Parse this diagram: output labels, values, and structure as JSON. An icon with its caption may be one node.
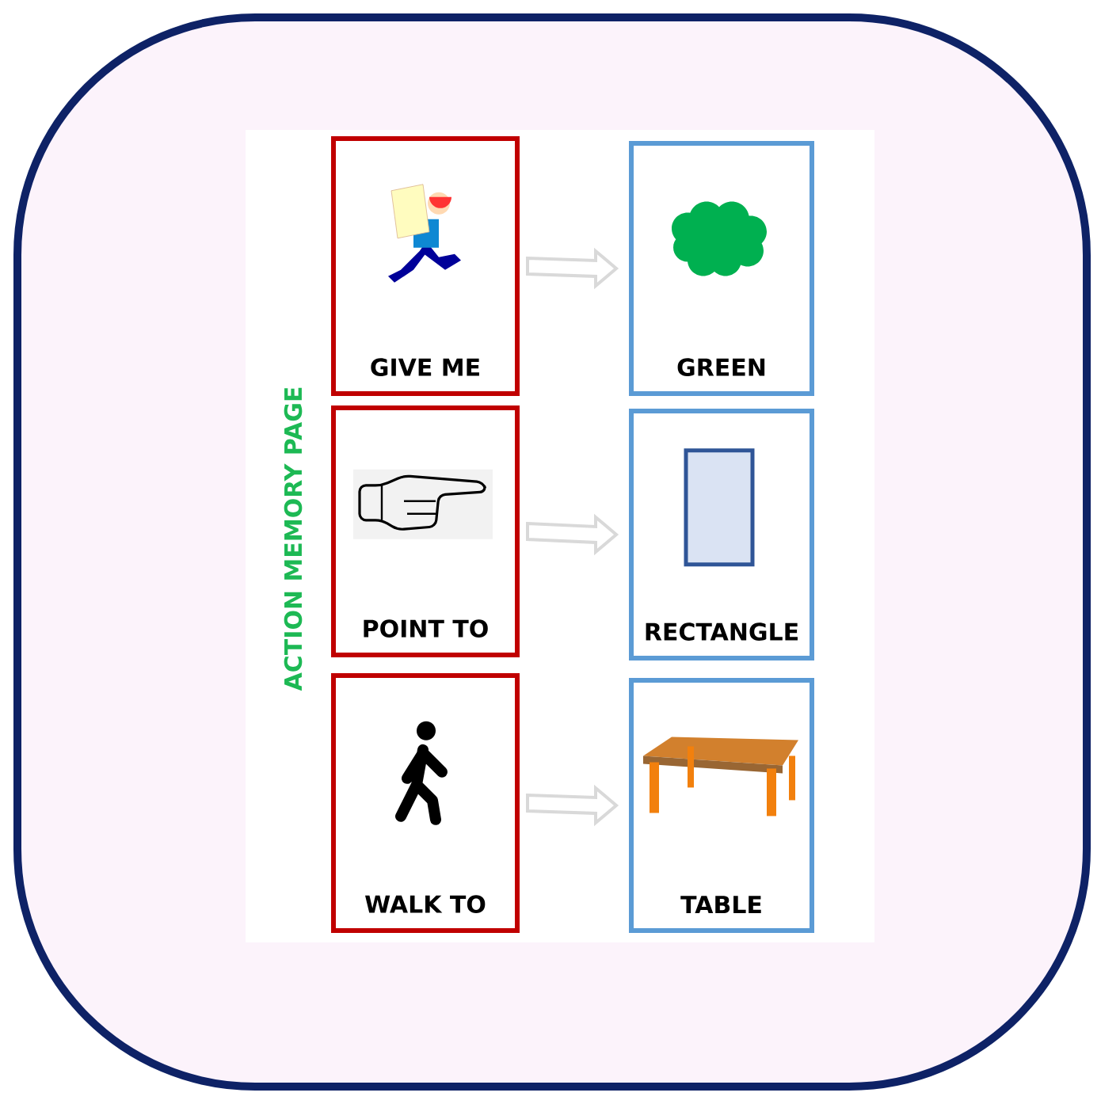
{
  "diagram": {
    "title": "ACTION MEMORY PAGE",
    "nodes": [
      {
        "text": [
          "GIVE ME"
        ]
      },
      {
        "text": [
          "GREEN"
        ]
      },
      {
        "text": [
          "POINT TO"
        ]
      },
      {
        "text": [
          "RECTANGLE"
        ]
      },
      {
        "text": [
          "WALK TO"
        ]
      },
      {
        "text": [
          "TABLE"
        ]
      }
    ],
    "edges": [
      {
        "from": 0,
        "to": 1,
        "arrow": "to"
      },
      {
        "from": 2,
        "to": 3,
        "arrow": "to"
      },
      {
        "from": 4,
        "to": 5,
        "arrow": "to"
      }
    ]
  }
}
